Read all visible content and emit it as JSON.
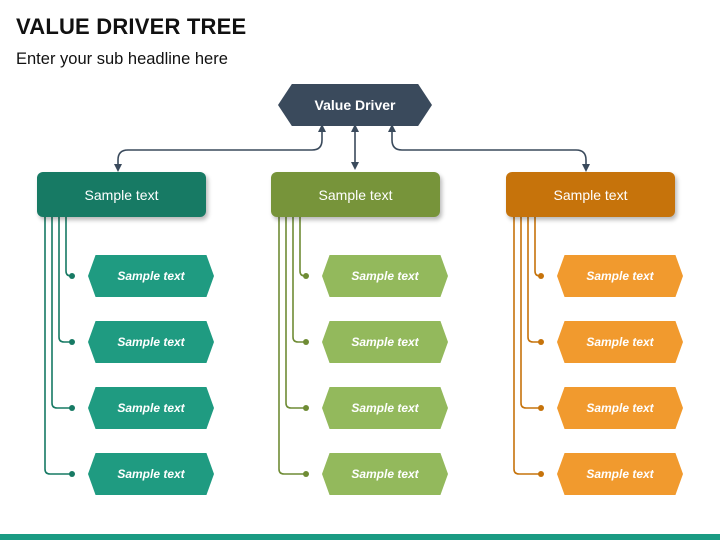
{
  "title": "VALUE DRIVER TREE",
  "subtitle": "Enter your sub headline here",
  "root": {
    "label": "Value Driver",
    "color": "#3a4a5c"
  },
  "branches": [
    {
      "label": "Sample text",
      "header_color": "#177a64",
      "leaf_color": "#1f9b81",
      "line_color": "#177a64",
      "leaves": [
        "Sample text",
        "Sample text",
        "Sample text",
        "Sample text"
      ]
    },
    {
      "label": "Sample text",
      "header_color": "#77943a",
      "leaf_color": "#93b95c",
      "line_color": "#6f8c35",
      "leaves": [
        "Sample text",
        "Sample text",
        "Sample text",
        "Sample text"
      ]
    },
    {
      "label": "Sample text",
      "header_color": "#c6730b",
      "leaf_color": "#f19a2e",
      "line_color": "#c6730b",
      "leaves": [
        "Sample text",
        "Sample text",
        "Sample text",
        "Sample text"
      ]
    }
  ],
  "connector_color": "#3a4a5c",
  "footer_bar_color": "#1a9b83"
}
